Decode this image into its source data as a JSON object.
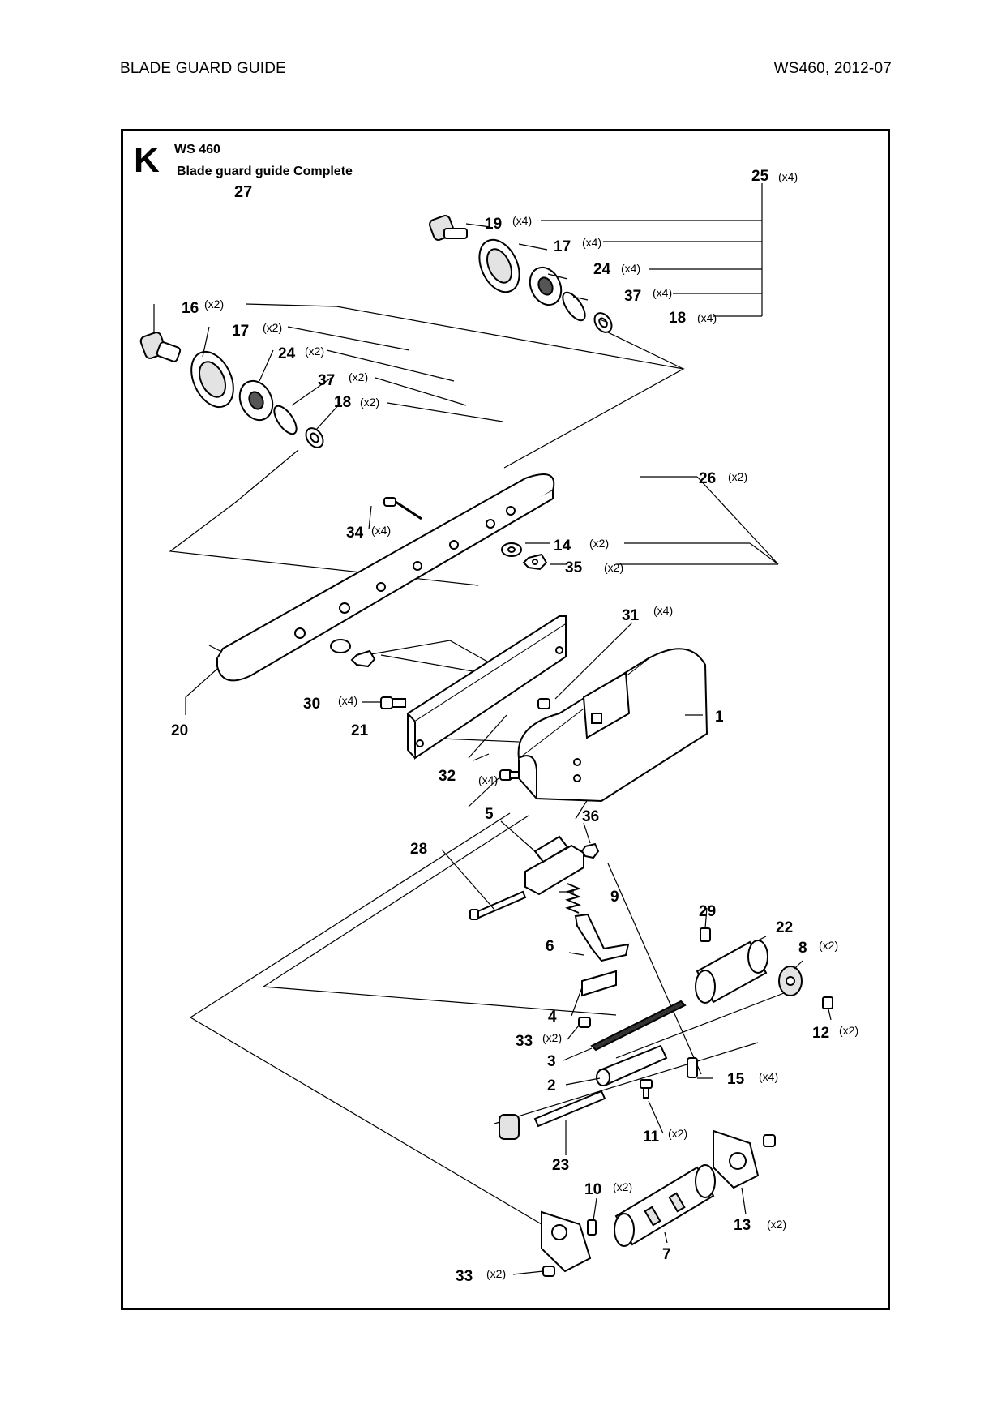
{
  "header": {
    "title": "BLADE GUARD GUIDE",
    "model_date": "WS460, 2012-07"
  },
  "diagram": {
    "section_letter": "K",
    "model": "WS 460",
    "assembly_title": "Blade guard guide Complete",
    "assembly_number": "27",
    "callouts": [
      {
        "id": "25",
        "qty": "(x4)"
      },
      {
        "id": "19",
        "qty": "(x4)"
      },
      {
        "id": "17a",
        "num": "17",
        "qty": "(x4)"
      },
      {
        "id": "24a",
        "num": "24",
        "qty": "(x4)"
      },
      {
        "id": "37a",
        "num": "37",
        "qty": "(x4)"
      },
      {
        "id": "18a",
        "num": "18",
        "qty": "(x4)"
      },
      {
        "id": "16",
        "qty": "(x2)"
      },
      {
        "id": "17b",
        "num": "17",
        "qty": "(x2)"
      },
      {
        "id": "24b",
        "num": "24",
        "qty": "(x2)"
      },
      {
        "id": "37b",
        "num": "37",
        "qty": "(x2)"
      },
      {
        "id": "18b",
        "num": "18",
        "qty": "(x2)"
      },
      {
        "id": "26",
        "qty": "(x2)"
      },
      {
        "id": "34",
        "qty": "(x4)"
      },
      {
        "id": "14",
        "qty": "(x2)"
      },
      {
        "id": "35",
        "qty": "(x2)"
      },
      {
        "id": "31",
        "qty": "(x4)"
      },
      {
        "id": "1",
        "qty": ""
      },
      {
        "id": "20",
        "qty": ""
      },
      {
        "id": "30",
        "qty": "(x4)"
      },
      {
        "id": "21",
        "qty": ""
      },
      {
        "id": "32",
        "qty": "(x4)"
      },
      {
        "id": "5",
        "qty": ""
      },
      {
        "id": "36",
        "qty": ""
      },
      {
        "id": "28",
        "qty": ""
      },
      {
        "id": "9",
        "qty": ""
      },
      {
        "id": "29",
        "qty": ""
      },
      {
        "id": "22",
        "qty": ""
      },
      {
        "id": "8",
        "qty": "(x2)"
      },
      {
        "id": "6",
        "qty": ""
      },
      {
        "id": "4",
        "qty": ""
      },
      {
        "id": "12",
        "qty": "(x2)"
      },
      {
        "id": "33a",
        "num": "33",
        "qty": "(x2)"
      },
      {
        "id": "3",
        "qty": ""
      },
      {
        "id": "15",
        "qty": "(x4)"
      },
      {
        "id": "2",
        "qty": ""
      },
      {
        "id": "11",
        "qty": "(x2)"
      },
      {
        "id": "23",
        "qty": ""
      },
      {
        "id": "10",
        "qty": "(x2)"
      },
      {
        "id": "13",
        "qty": "(x2)"
      },
      {
        "id": "7",
        "qty": ""
      },
      {
        "id": "33b",
        "num": "33",
        "qty": "(x2)"
      }
    ]
  }
}
